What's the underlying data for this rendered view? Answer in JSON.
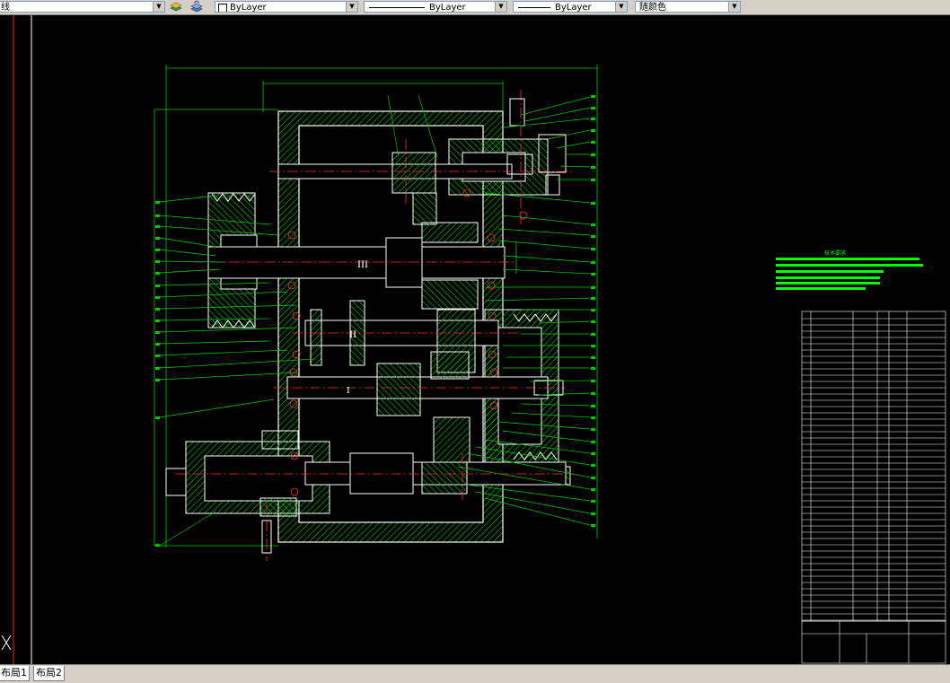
{
  "toolbar": {
    "linetype_label": "线",
    "layer_value": "ByLayer",
    "linetype_value": "ByLayer",
    "lineweight_value": "ByLayer",
    "color_value": "随颜色"
  },
  "drawing": {
    "shaft_labels": [
      "III",
      "II",
      "I"
    ],
    "tech_requirements_title": "技术要求"
  },
  "layout_tabs": [
    {
      "label": "布局1"
    },
    {
      "label": "布局2"
    }
  ],
  "colors": {
    "background": "#000000",
    "outline": "#ffffff",
    "hatch": "#00cc00",
    "centerline": "#ff3030",
    "leader": "#00cc00",
    "toolbar": "#d4d0c8"
  }
}
